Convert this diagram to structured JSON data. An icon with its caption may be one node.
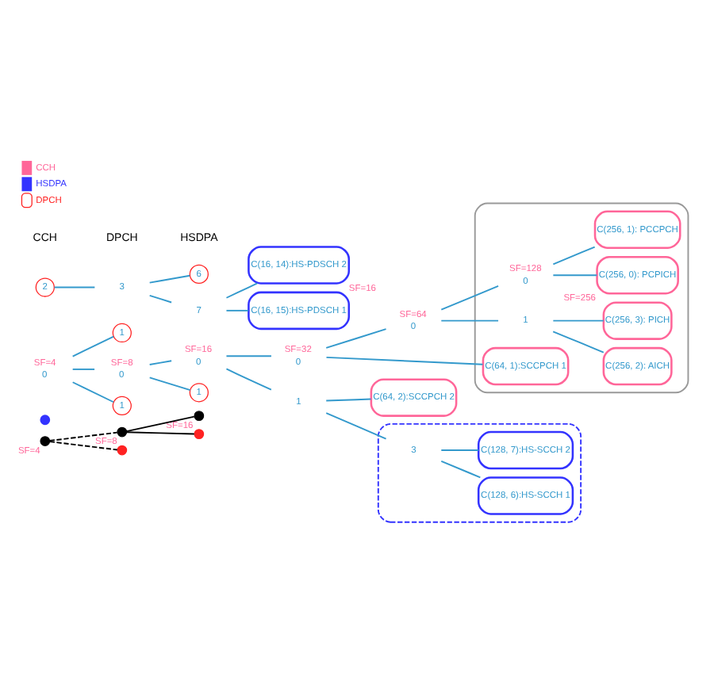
{
  "diagram": {
    "nodes": [
      {
        "text": [],
        "shape": "circle",
        "beside": [
          "SF=4"
        ]
      },
      {
        "text": [],
        "shape": "circle",
        "beside": [
          "SF=8"
        ]
      },
      {
        "text": [],
        "shape": "circle",
        "beside": [
          "SF=16"
        ]
      },
      {
        "text": [],
        "shape": "circle"
      },
      {
        "text": [],
        "shape": "circle"
      },
      {
        "text": [],
        "shape": "circle"
      },
      {
        "text": [
          "0"
        ],
        "beside": [
          "SF=4"
        ]
      },
      {
        "text": [
          "1"
        ]
      },
      {
        "text": [
          "2"
        ]
      },
      {
        "text": [
          "3"
        ]
      },
      {
        "text": [
          "0"
        ],
        "beside": [
          "SF=8"
        ]
      },
      {
        "text": [
          "1"
        ]
      },
      {
        "text": [
          "0"
        ],
        "beside": [
          "SF=16"
        ]
      },
      {
        "text": [
          "1"
        ]
      },
      {
        "text": [
          "0"
        ],
        "beside": [
          "SF=32"
        ]
      },
      {
        "text": [
          "1"
        ]
      },
      {
        "text": [
          "0"
        ],
        "beside": [
          "SF=64"
        ]
      },
      {
        "text": [],
        "shape": "ellipse"
      },
      {
        "text": [
          "0"
        ],
        "beside": [
          "SF=128"
        ],
        "in": 17
      },
      {
        "text": [
          "1"
        ],
        "in": 17
      },
      {
        "text": [
          "C(256, 0): PCPICH"
        ],
        "beside": [
          "SF=256"
        ],
        "in": 17
      },
      {
        "text": [
          "C(256, 1): PCCPCH"
        ],
        "in": 17
      },
      {
        "text": [
          "C(256, 2): AICH"
        ],
        "in": 17
      },
      {
        "text": [
          "C(256, 3): PICH"
        ],
        "in": 17
      },
      {
        "text": [
          "C(64, 1):SCCPCH 1"
        ],
        "in": 17
      },
      {
        "text": [
          "C(64, 2):SCCPCH 2"
        ]
      },
      {
        "text": [],
        "shape": "ellipse"
      },
      {
        "text": [
          "3"
        ],
        "in": 26
      },
      {
        "text": [
          "C(128, 6):HS-SCCH 1"
        ],
        "in": 26
      },
      {
        "text": [
          "C(128, 7):HS-SCCH 2"
        ],
        "in": 26
      },
      {
        "text": [
          "6"
        ]
      },
      {
        "text": [
          "7"
        ]
      },
      {
        "text": [
          "C(16, 14):HS-PDSCH 2"
        ],
        "beside": [
          "SF=16"
        ]
      },
      {
        "text": [
          "C(16, 15):HS-PDSCH 1"
        ]
      }
    ],
    "edges": [
      {
        "from": 0,
        "to": 1,
        "arrow": "none",
        "style": "dashed",
        "color": "#000000"
      },
      {
        "from": 0,
        "to": 4,
        "arrow": "none",
        "style": "dashed",
        "color": "#000000"
      },
      {
        "from": 1,
        "to": 2,
        "arrow": "none",
        "color": "#000000"
      },
      {
        "from": 1,
        "to": 3,
        "arrow": "none",
        "color": "#000000"
      },
      {
        "from": 6,
        "to": 7,
        "arrow": "none"
      },
      {
        "from": 8,
        "to": 9,
        "arrow": "none"
      },
      {
        "from": 6,
        "to": 10,
        "arrow": "none"
      },
      {
        "from": 6,
        "to": 11,
        "arrow": "none"
      },
      {
        "from": 10,
        "to": 12,
        "arrow": "none"
      },
      {
        "from": 10,
        "to": 13,
        "arrow": "none"
      },
      {
        "from": 12,
        "to": 14,
        "arrow": "none"
      },
      {
        "from": 12,
        "to": 15,
        "arrow": "none"
      },
      {
        "from": 14,
        "to": 16,
        "arrow": "none"
      },
      {
        "from": 14,
        "to": 24,
        "arrow": "none"
      },
      {
        "from": 16,
        "to": 18,
        "arrow": "none"
      },
      {
        "from": 16,
        "to": 19,
        "arrow": "none"
      },
      {
        "from": 18,
        "to": 20,
        "arrow": "none"
      },
      {
        "from": 18,
        "to": 21,
        "arrow": "none"
      },
      {
        "from": 19,
        "to": 22,
        "arrow": "none"
      },
      {
        "from": 19,
        "to": 23,
        "arrow": "none"
      },
      {
        "from": 15,
        "to": 25,
        "arrow": "none"
      },
      {
        "from": 15,
        "to": 27,
        "arrow": "none"
      },
      {
        "from": 27,
        "to": 28,
        "arrow": "none"
      },
      {
        "from": 27,
        "to": 29,
        "arrow": "none"
      },
      {
        "from": 9,
        "to": 30,
        "arrow": "none"
      },
      {
        "from": 9,
        "to": 31,
        "arrow": "none"
      },
      {
        "from": 31,
        "to": 32,
        "arrow": "none"
      },
      {
        "from": 31,
        "to": 33,
        "arrow": "none"
      }
    ],
    "labels": [
      "CCH",
      "DPCH",
      "HSDPA"
    ],
    "legend": [
      {
        "text": "CCH",
        "color": "#ff6699"
      },
      {
        "text": "HSDPA",
        "color": "#3333ff"
      },
      {
        "text": "DPCH"
      }
    ]
  }
}
